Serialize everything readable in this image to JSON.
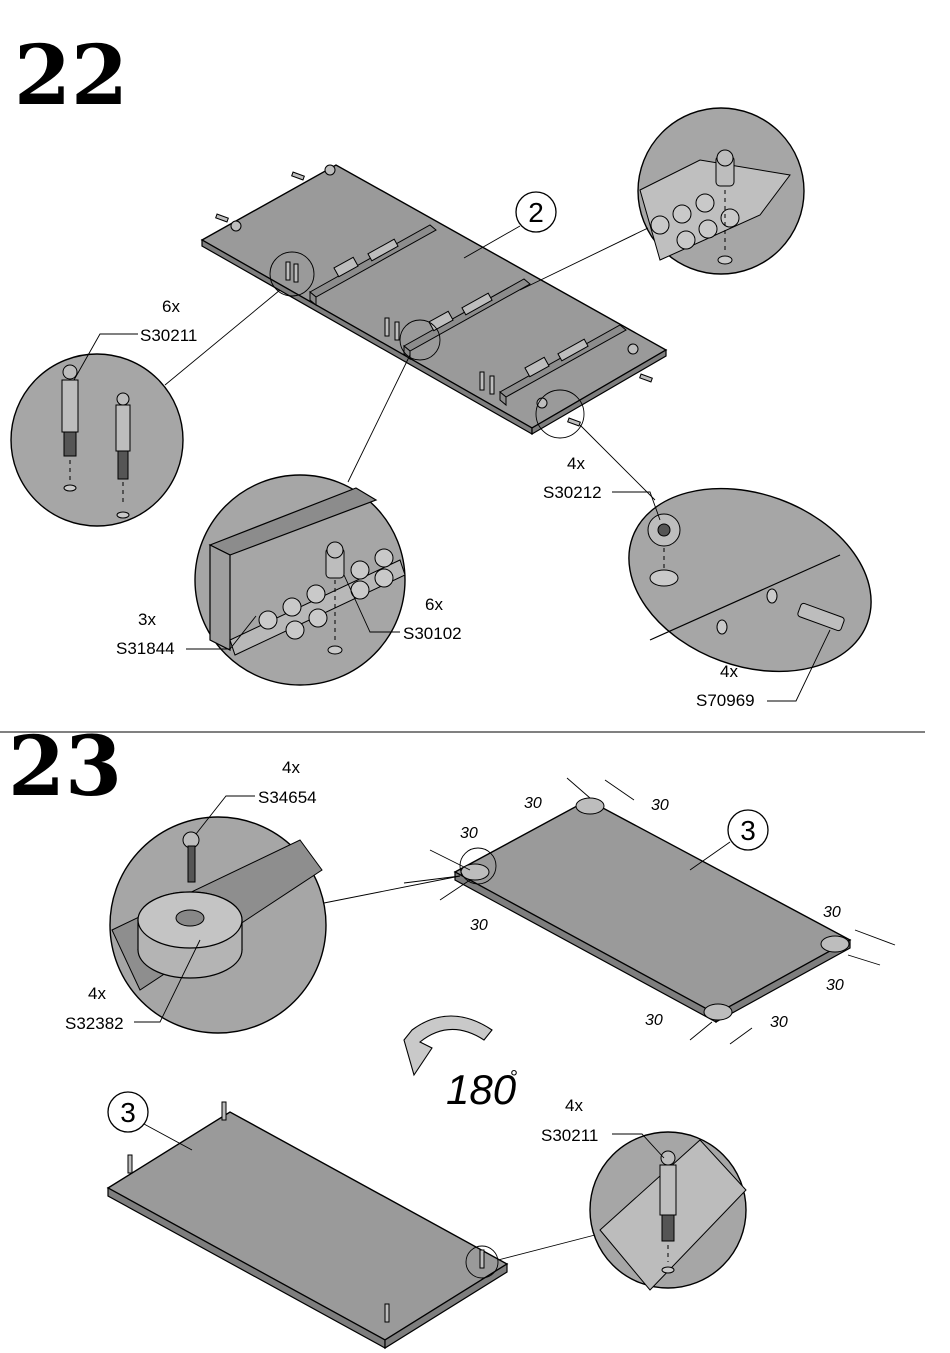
{
  "step22": {
    "number": "22",
    "panel_ref": "2",
    "parts": [
      {
        "qty": "6x",
        "code": "S30211"
      },
      {
        "qty": "4x",
        "code": "S30212"
      },
      {
        "qty": "3x",
        "code": "S31844"
      },
      {
        "qty": "6x",
        "code": "S30102"
      },
      {
        "qty": "4x",
        "code": "S70969"
      }
    ]
  },
  "step23": {
    "number": "23",
    "panel_ref_top": "3",
    "panel_ref_bottom": "3",
    "rotation": "180",
    "rotation_unit": "°",
    "dimension": "30",
    "parts": [
      {
        "qty": "4x",
        "code": "S34654"
      },
      {
        "qty": "4x",
        "code": "S32382"
      },
      {
        "qty": "4x",
        "code": "S30211"
      }
    ]
  }
}
